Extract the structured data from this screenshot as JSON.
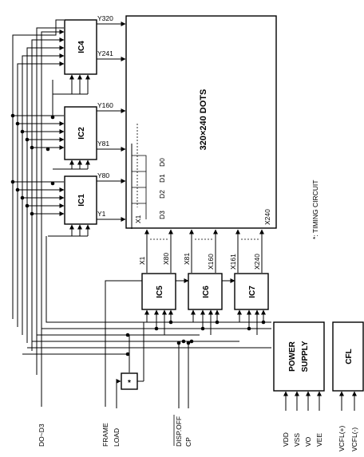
{
  "panel": {
    "label": "320×240  DOTS"
  },
  "ics": {
    "ic4": "IC4",
    "ic2": "IC2",
    "ic1": "IC1",
    "ic5": "IC5",
    "ic6": "IC6",
    "ic7": "IC7"
  },
  "row_outputs": {
    "y320": "Y320",
    "y241": "Y241",
    "y160": "Y160",
    "y81": "Y81",
    "y80": "Y80",
    "y1": "Y1"
  },
  "col_outputs": {
    "x1": "X1",
    "x80": "X80",
    "x81": "X81",
    "x160": "X160",
    "x161": "X161",
    "x240": "X240",
    "x1_panel": "X1",
    "x240_panel": "X240"
  },
  "data_pins": {
    "d0": "D0",
    "d1": "D1",
    "d2": "D2",
    "d3": "D3"
  },
  "power_supply": {
    "line1": "POWER",
    "line2": "SUPPLY"
  },
  "cfl": {
    "label": "CFL"
  },
  "timing_block": {
    "symbol": "*"
  },
  "note": "*: TIMING CIRCUIT",
  "signals": {
    "d0_d3": "DO~D3",
    "frame": "FRAME",
    "load": "LOAD",
    "disp_off": "DISP.OFF",
    "cp": "CP",
    "vdd": "VDD",
    "vss": "VSS",
    "vo": "VO",
    "vee": "VEE",
    "vcfl_plus": "VCFL(+)",
    "vcfl_minus": "VCFL(-)"
  }
}
